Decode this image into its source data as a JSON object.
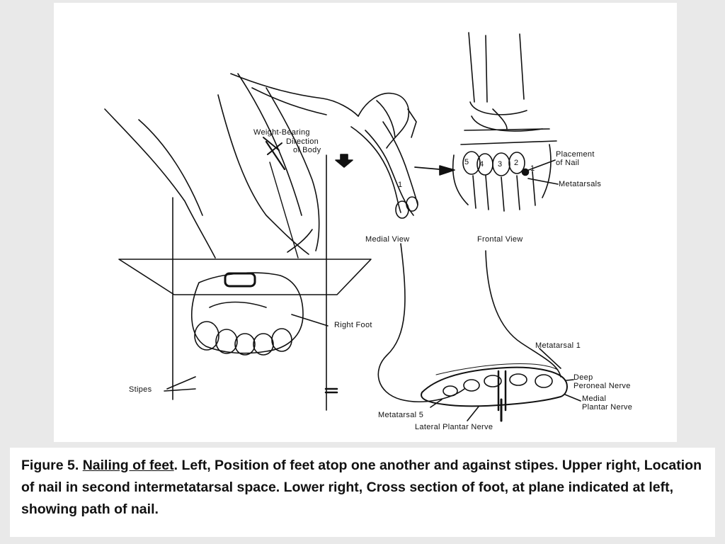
{
  "figure": {
    "labels": {
      "weight_bearing": "Weight-Bearing",
      "direction": "Direction",
      "of_body": "of Body",
      "medial_view": "Medial View",
      "frontal_view": "Frontal View",
      "placement": "Placement",
      "of_nail": "of Nail",
      "metatarsals": "Metatarsals",
      "right_foot": "Right Foot",
      "stipes": "Stipes",
      "metatarsal_1": "Metatarsal 1",
      "deep": "Deep",
      "peroneal_nerve": "Peroneal Nerve",
      "medial": "Medial",
      "plantar_nerve": "Plantar Nerve",
      "metatarsal_5": "Metatarsal 5",
      "lateral_plantar_nerve": "Lateral Plantar Nerve",
      "num_5": "5",
      "num_4": "4",
      "num_3": "3",
      "num_2": "2",
      "num_1": "1",
      "num_1_medial": "1"
    }
  },
  "caption": {
    "lead": "Figure 5.",
    "title": "Nailing of feet",
    "body": ". Left, Position of feet atop one another and against stipes. Upper right, Location of nail in second intermetatarsal space. Lower right, Cross section of foot, at plane indicated at left, showing path of nail."
  }
}
